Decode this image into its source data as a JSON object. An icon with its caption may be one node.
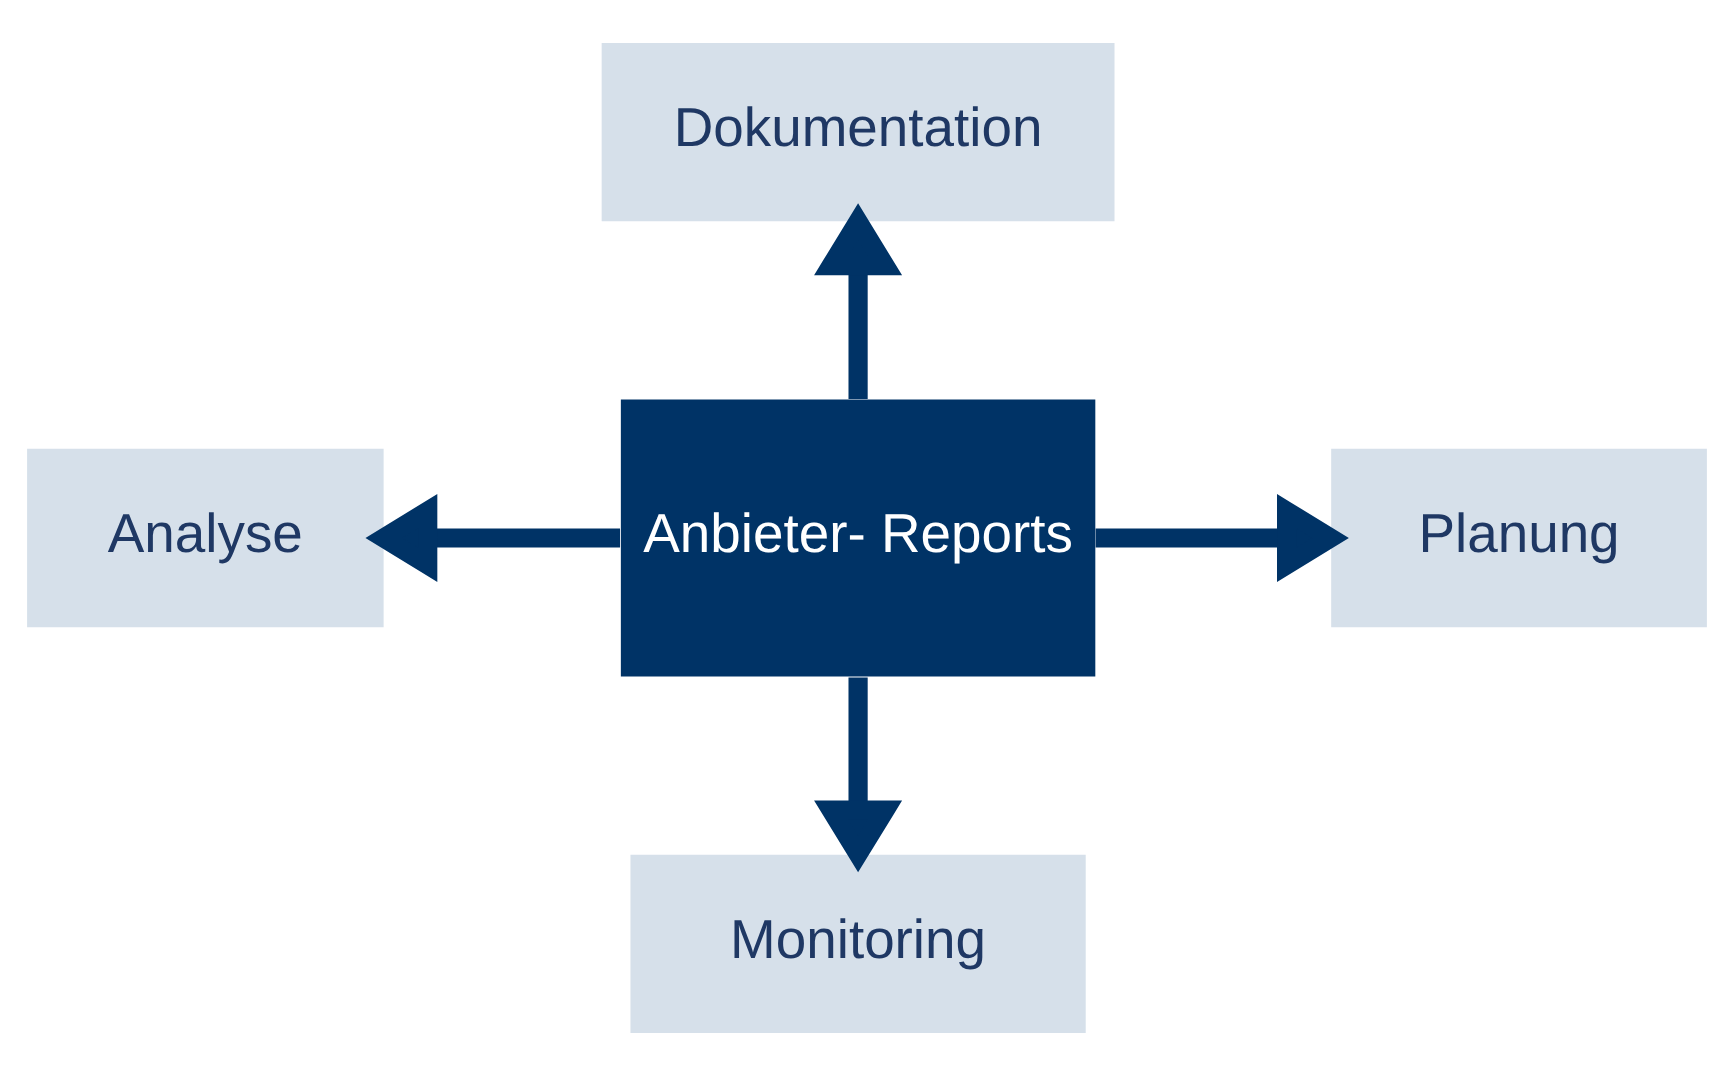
{
  "diagram": {
    "nodes": [
      {
        "text": [
          "Anbieter- Reports"
        ]
      },
      {
        "text": [
          "Dokumentation"
        ]
      },
      {
        "text": [
          "Analyse"
        ]
      },
      {
        "text": [
          "Planung"
        ]
      },
      {
        "text": [
          "Monitoring"
        ]
      }
    ],
    "edges": [
      {
        "from": 0,
        "to": 1,
        "arrow": "to"
      },
      {
        "from": 0,
        "to": 2,
        "arrow": "to"
      },
      {
        "from": 0,
        "to": 3,
        "arrow": "to"
      },
      {
        "from": 0,
        "to": 4,
        "arrow": "to"
      }
    ]
  }
}
